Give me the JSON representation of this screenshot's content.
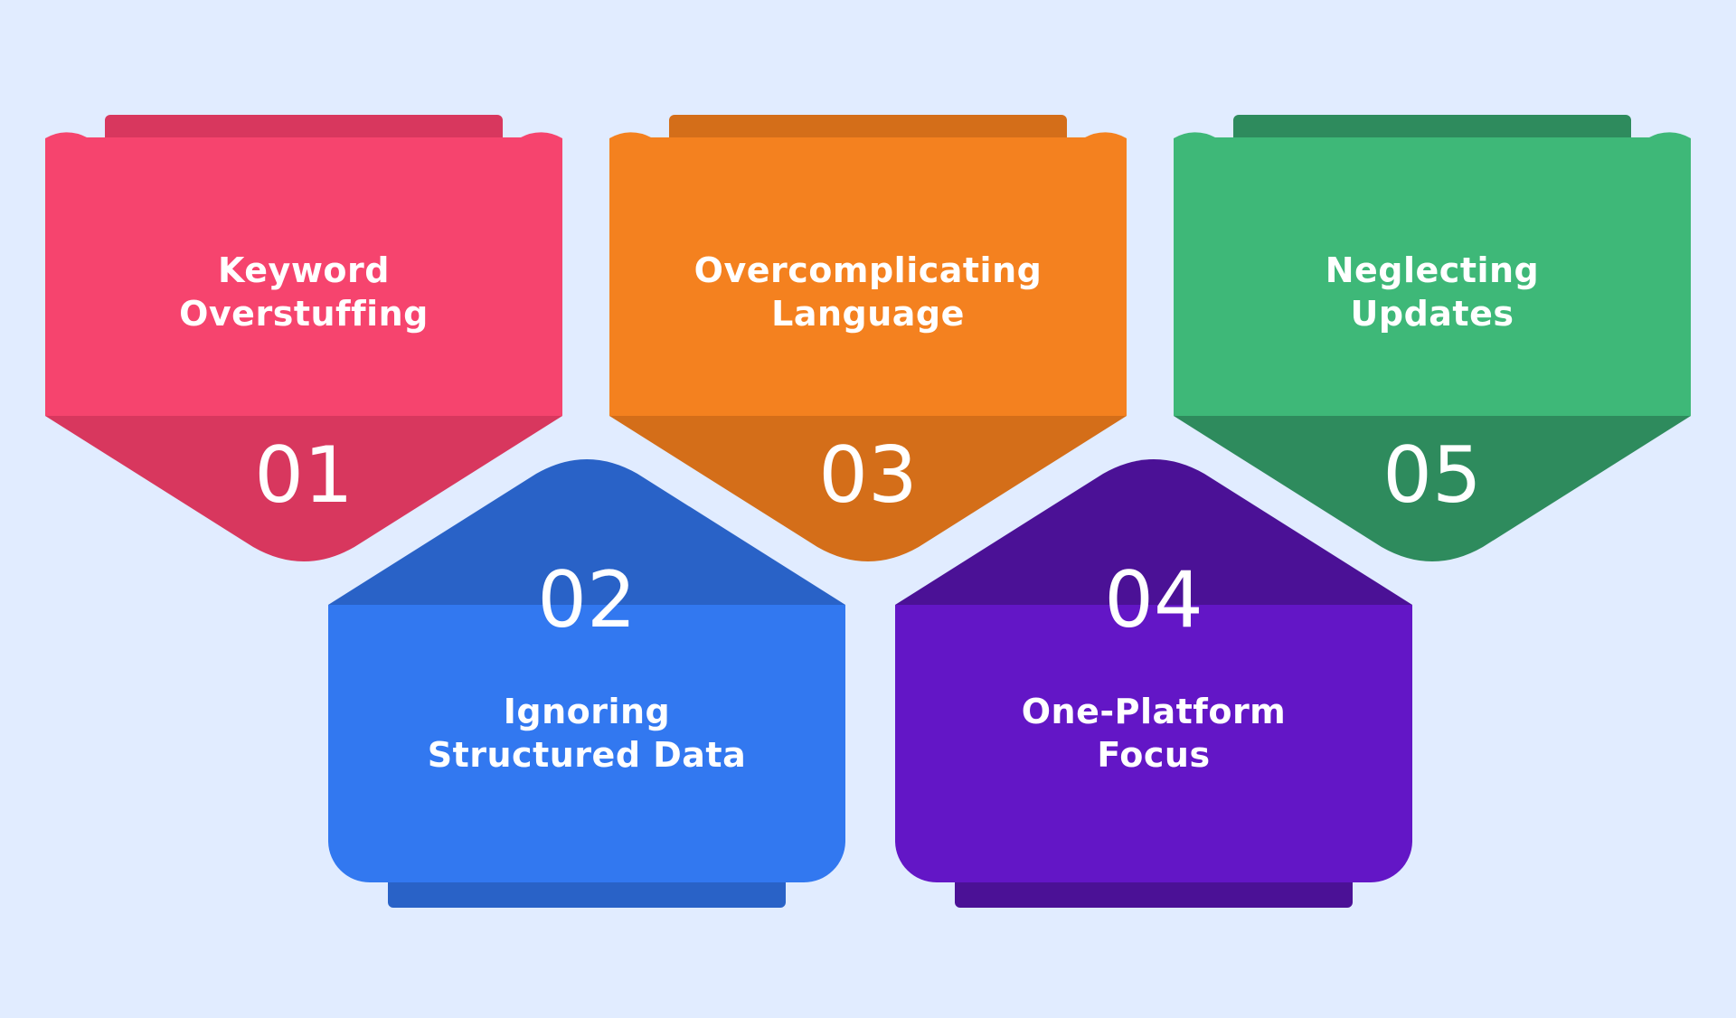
{
  "steps": [
    {
      "number": "01",
      "label": "Keyword Overstuffing",
      "color": "#f6446e",
      "shade": "#d8375e",
      "direction": "down"
    },
    {
      "number": "02",
      "label": "Ignoring Structured Data",
      "color": "#3278f0",
      "shade": "#2962c7",
      "direction": "up"
    },
    {
      "number": "03",
      "label": "Overcomplicating Language",
      "color": "#f4811f",
      "shade": "#d46e19",
      "direction": "down"
    },
    {
      "number": "04",
      "label": "One-Platform Focus",
      "color": "#6316c6",
      "shade": "#4b1196",
      "direction": "up"
    },
    {
      "number": "05",
      "label": "Neglecting Updates",
      "color": "#3eb878",
      "shade": "#2e8b5d",
      "direction": "down"
    }
  ]
}
